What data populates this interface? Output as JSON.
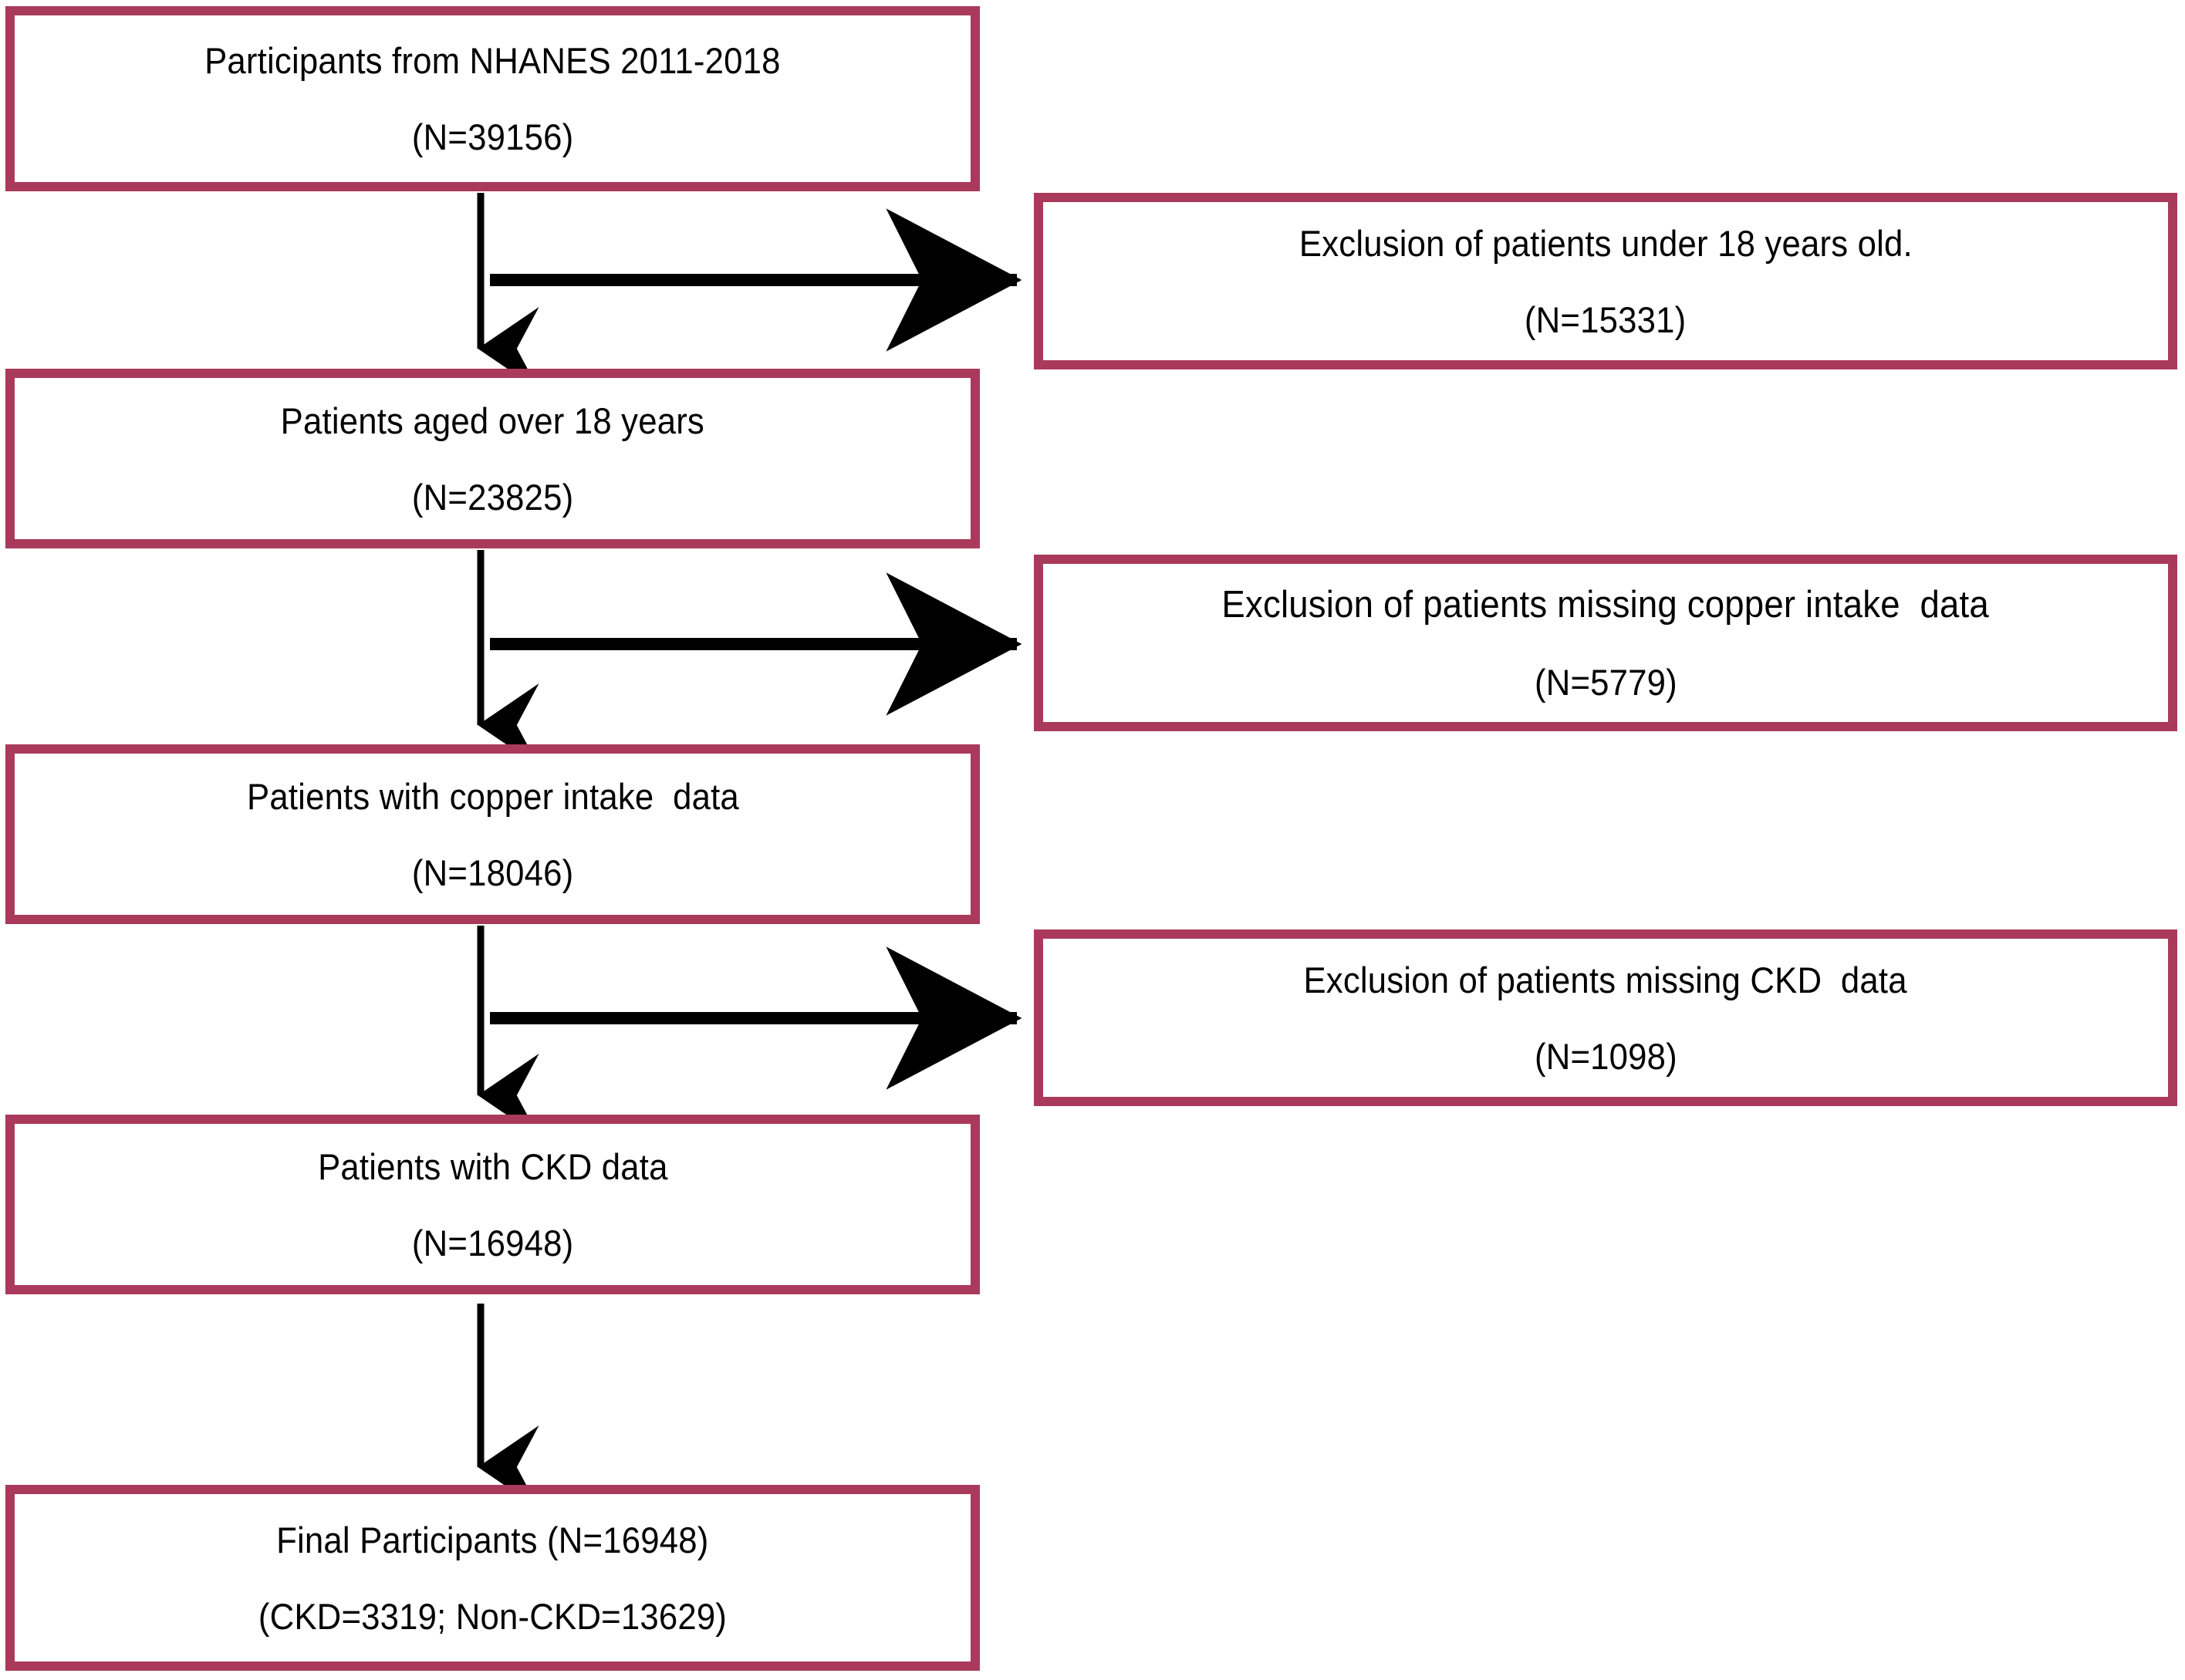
{
  "diagram": {
    "title": "NHANES participant selection flowchart",
    "accent_color": "#A93A5C",
    "text_color": "#000000",
    "background": "#FFFFFF",
    "nodes": {
      "source": {
        "line1": "Participants from NHANES 2011-2018",
        "line2": "(N=39156)",
        "count": 39156
      },
      "adults": {
        "line1": "Patients aged over 18 years",
        "line2": "(N=23825)",
        "count": 23825
      },
      "copper": {
        "line1": "Patients with copper intake  data",
        "line2": "(N=18046)",
        "count": 18046
      },
      "ckd": {
        "line1": "Patients with CKD data",
        "line2": "(N=16948)",
        "count": 16948
      },
      "final": {
        "line1": "Final Participants (N=16948)",
        "line2": "(CKD=3319; Non-CKD=13629)",
        "count": 16948,
        "ckd_count": 3319,
        "non_ckd_count": 13629
      },
      "excl_age": {
        "line1": "Exclusion of patients under 18 years old.",
        "line2": "(N=15331)",
        "count": 15331
      },
      "excl_copper": {
        "line1": "Exclusion of patients missing copper intake  data",
        "line2": "(N=5779)",
        "count": 5779
      },
      "excl_ckd": {
        "line1": "Exclusion of patients missing CKD  data",
        "line2": "(N=1098)",
        "count": 1098
      }
    },
    "edges": [
      {
        "from": "source",
        "to": "adults",
        "type": "vertical"
      },
      {
        "from": "source",
        "to": "excl_age",
        "type": "branch-right"
      },
      {
        "from": "adults",
        "to": "copper",
        "type": "vertical"
      },
      {
        "from": "adults",
        "to": "excl_copper",
        "type": "branch-right"
      },
      {
        "from": "copper",
        "to": "ckd",
        "type": "vertical"
      },
      {
        "from": "copper",
        "to": "excl_ckd",
        "type": "branch-right"
      },
      {
        "from": "ckd",
        "to": "final",
        "type": "vertical"
      }
    ]
  }
}
